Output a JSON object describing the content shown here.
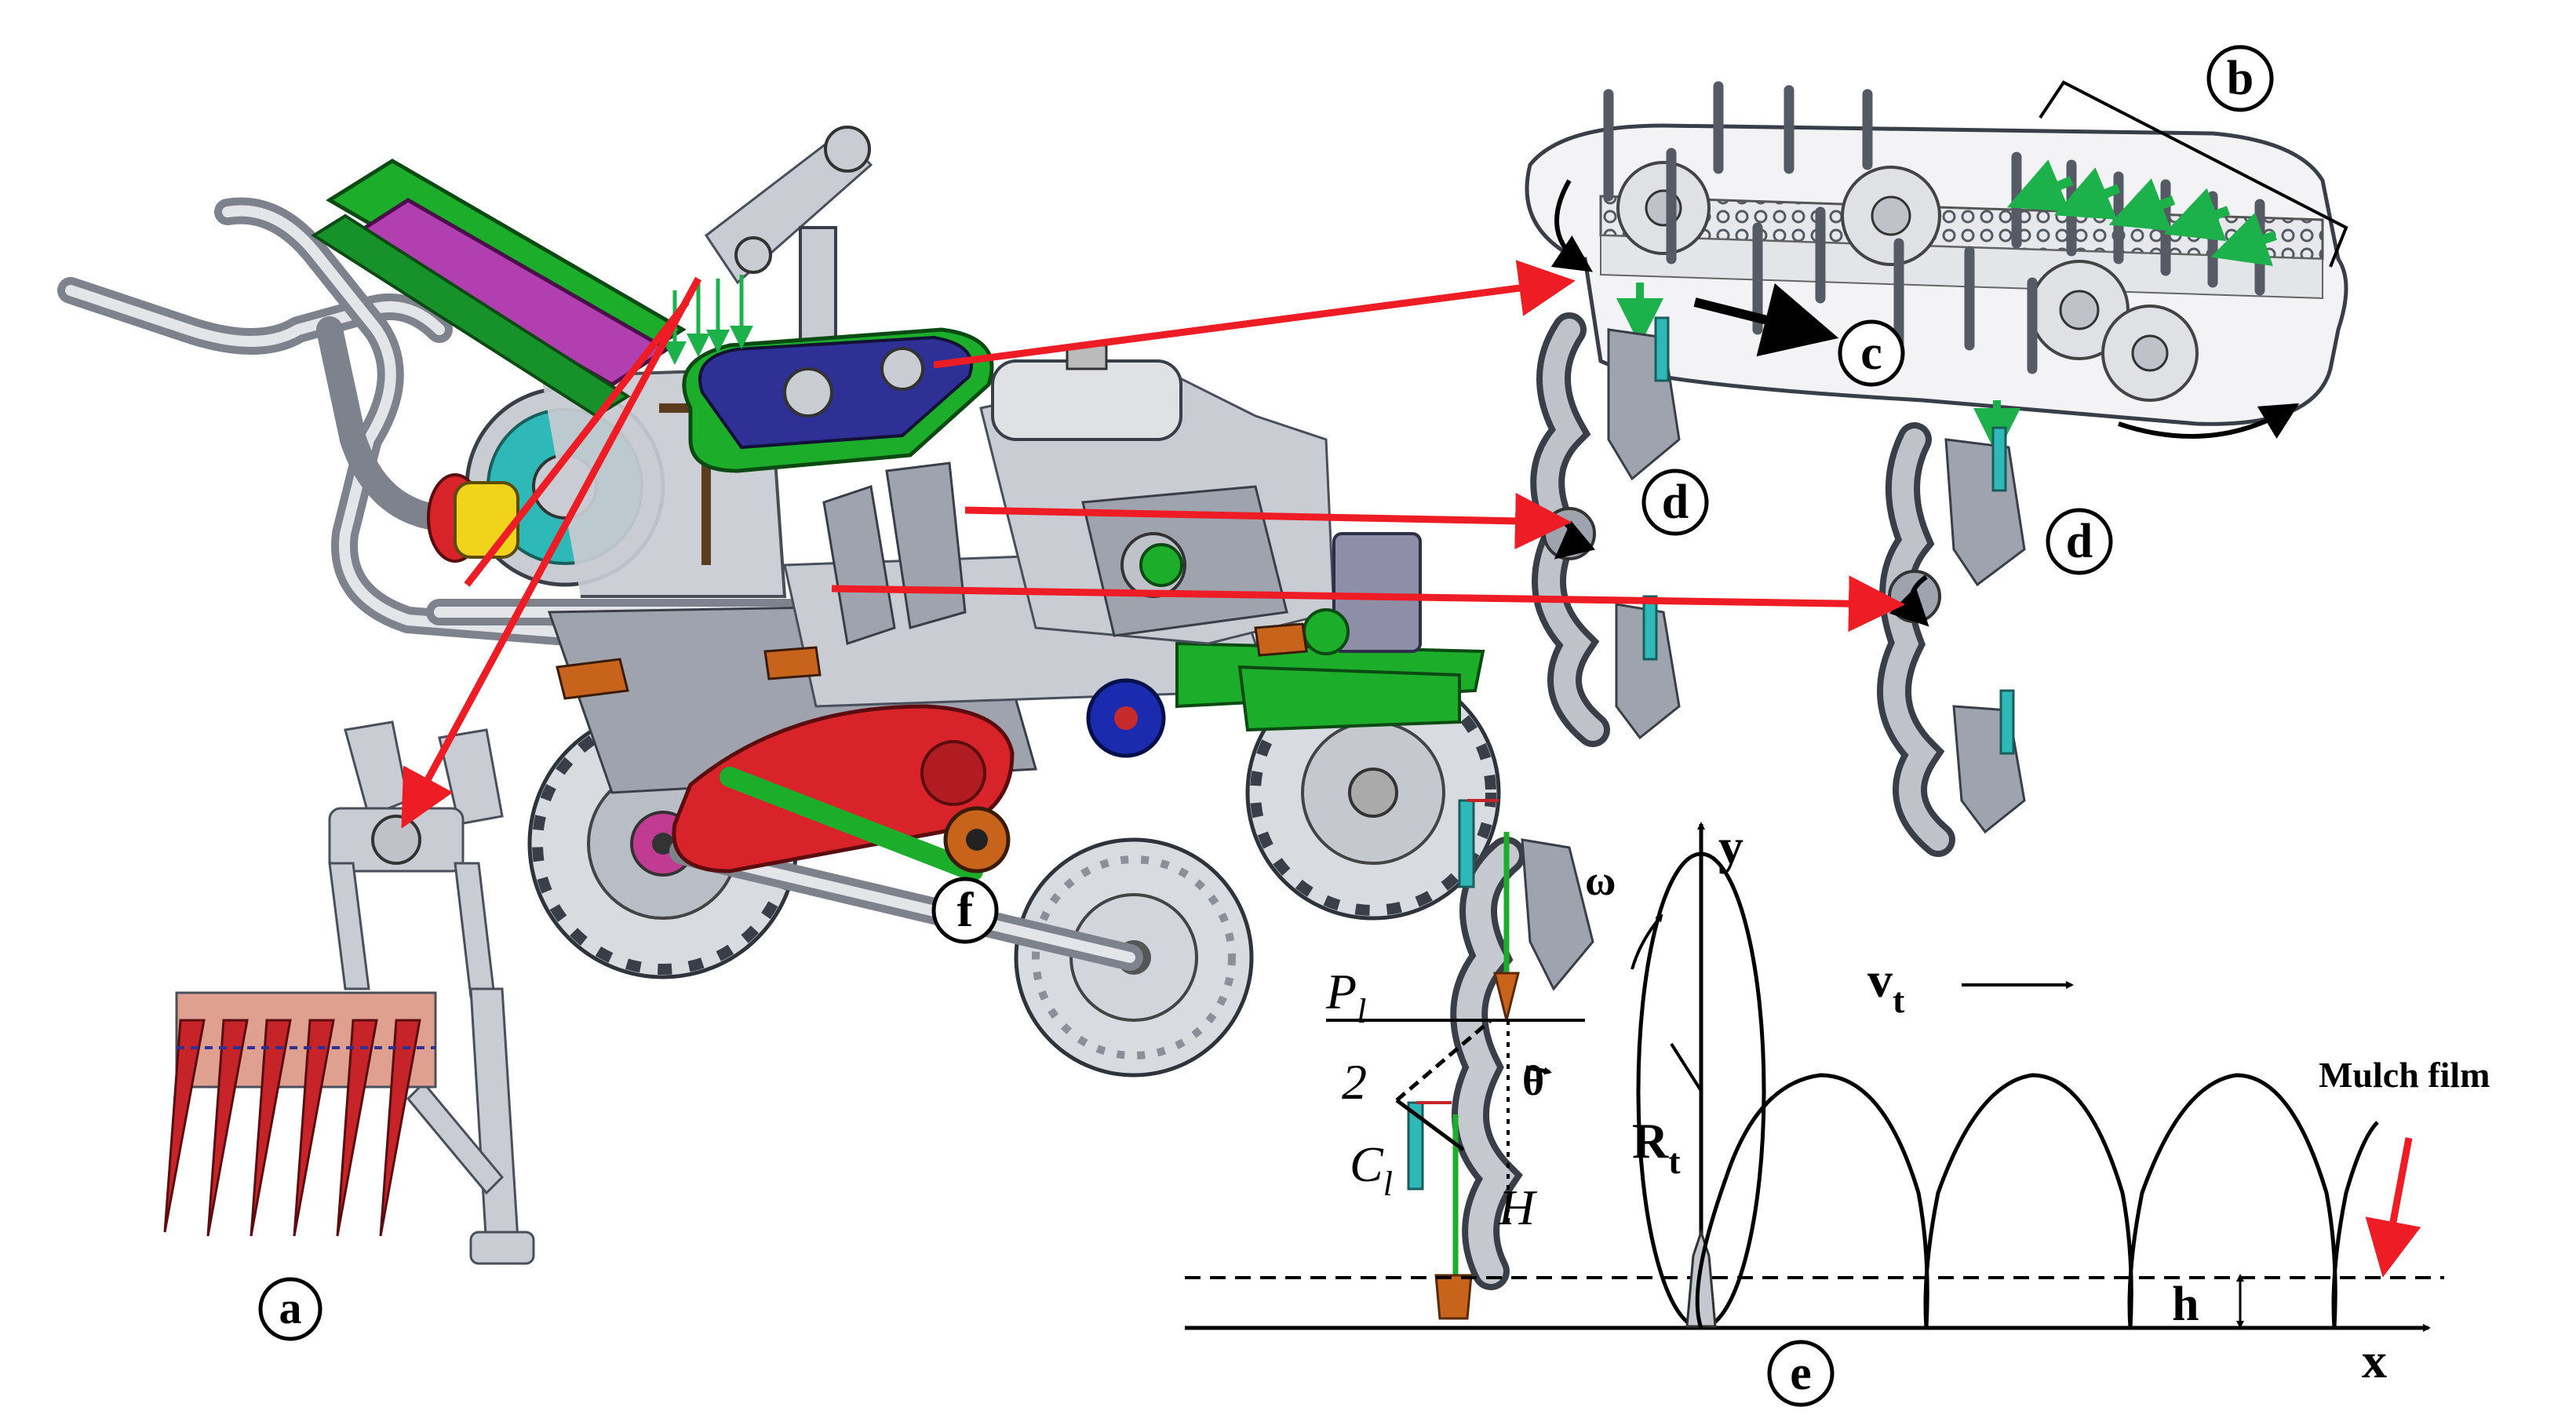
{
  "labels": {
    "a": "a",
    "b": "b",
    "c": "c",
    "d_upper": "d",
    "d_lower": "d",
    "e": "e",
    "f": "f"
  },
  "schematic": {
    "axis_x": "x",
    "axis_y": "y",
    "omega": "ω",
    "velocity_main": "v",
    "velocity_sub": "t",
    "radius_main": "R",
    "radius_sub": "t",
    "theta": "θ",
    "p_main": "P",
    "p_sub": "l",
    "denominator": "2",
    "c_main": "C",
    "c_sub": "l",
    "height_upper": "H",
    "height_lower": "h",
    "mulch_label": "Mulch film"
  },
  "colors": {
    "pointer_arrow": "#ee1c24",
    "seed_arrow": "#1db14b",
    "machine_green": "#1cae2a",
    "machine_red": "#d8232a",
    "machine_purple": "#b23fb0",
    "machine_teal": "#2fb8b8",
    "machine_blue": "#1a2bb0",
    "machine_yellow": "#f2d31b",
    "machine_orange": "#c8631c"
  },
  "icons": {
    "rotation": "curved-arrow-icon",
    "direction": "straight-arrow-icon"
  }
}
